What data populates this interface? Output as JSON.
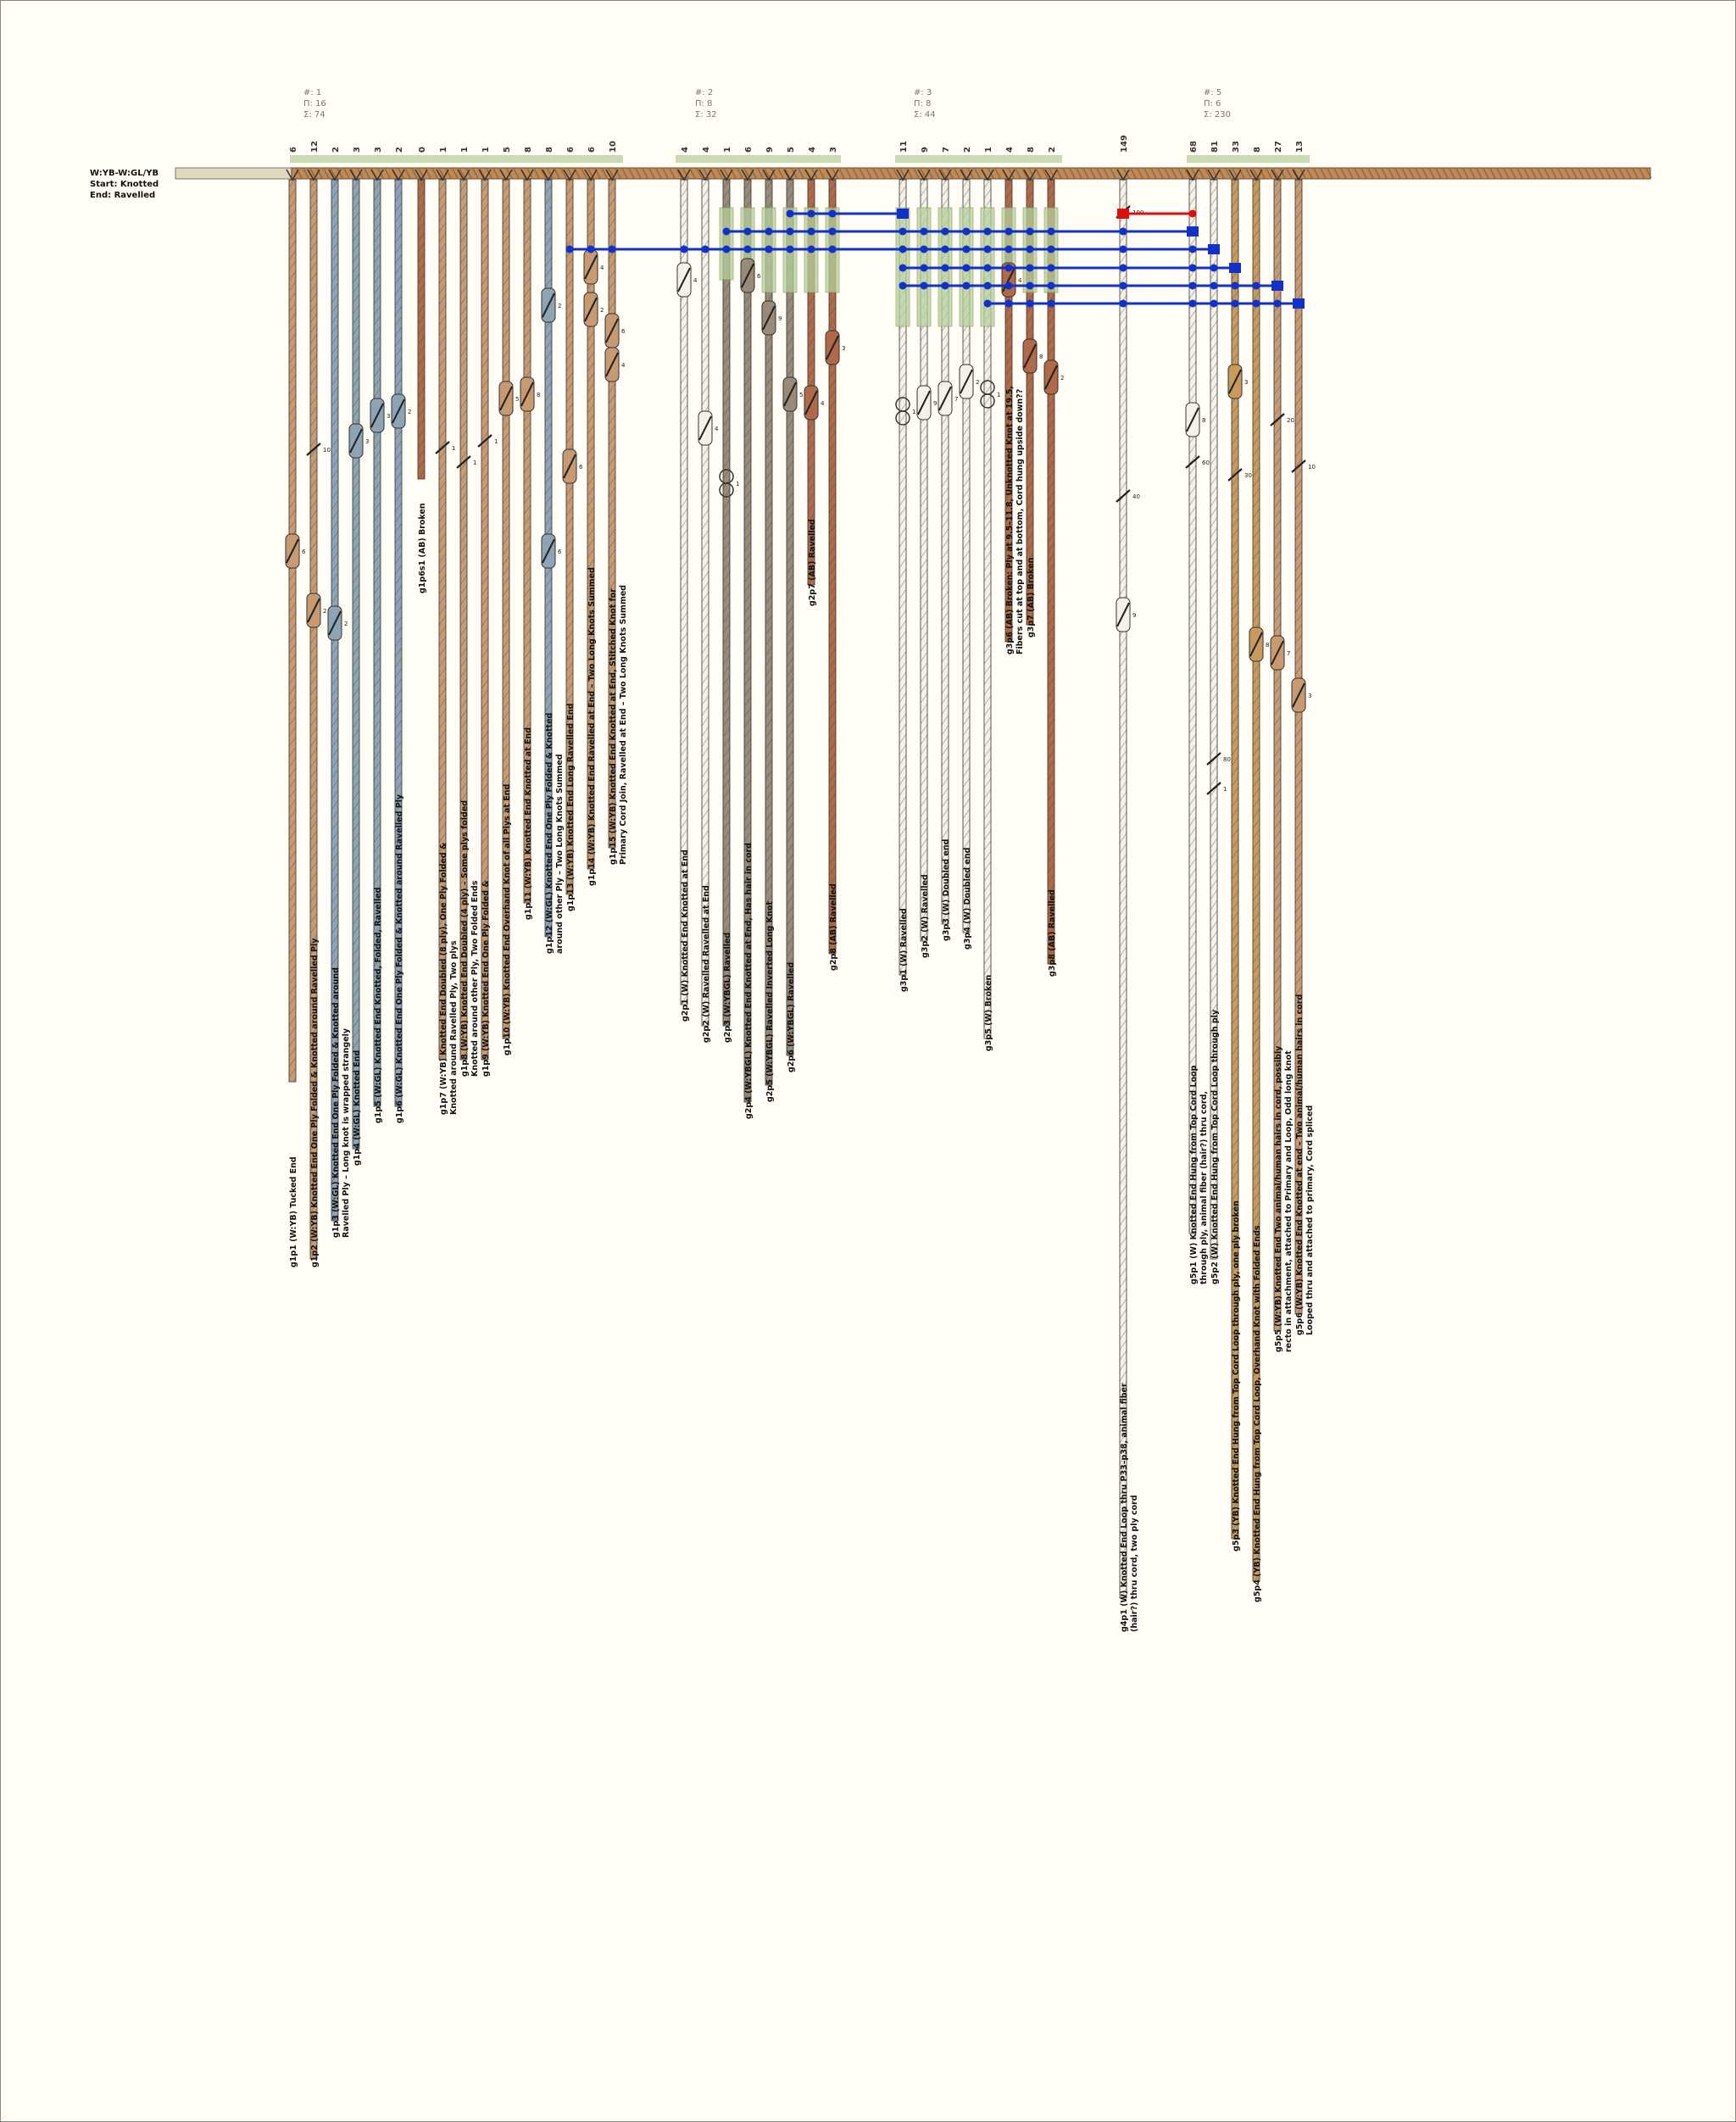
{
  "header": {
    "color_code": "W:YB-W:GL/YB",
    "start": "Start: Knotted",
    "end": "End: Ravelled"
  },
  "colors": {
    "W": "#f5f1e6",
    "WYB": "#c89a72",
    "WGL": "#8ea4b4",
    "WYBGL": "#9a8a78",
    "AB": "#b06a48",
    "YB": "#c89a5c",
    "grid": "#b6cf9c",
    "bar": "#1131c8",
    "red": "#d91010",
    "primary_cord": "#c08a58",
    "primary_start": "#e2d7bf"
  },
  "groups": [
    {
      "count": "#: 1",
      "pendants": "Π: 16",
      "sum": "Σ: 74"
    },
    {
      "count": "#: 2",
      "pendants": "Π: 8",
      "sum": "Σ: 32"
    },
    {
      "count": "#: 3",
      "pendants": "Π: 8",
      "sum": "Σ: 44"
    },
    {
      "count": "#: 5",
      "pendants": "Π: 6",
      "sum": "Σ: 230"
    }
  ],
  "cords": [
    {
      "num": "6",
      "label": "g1p1 (W:YB) Tucked End",
      "color": "WYB"
    },
    {
      "num": "12",
      "label": "g1p2 (W:YB) Knotted End One Ply Folded & Knotted around Ravelled Ply",
      "color": "WYB"
    },
    {
      "num": "2",
      "label": "g1p3 (W:GL) Knotted End One Ply Folded & Knotted around",
      "label2": "Ravelled Ply – Long knot is wrapped strangely",
      "color": "WGL"
    },
    {
      "num": "3",
      "label": "g1p4 (W:GL) Knotted End",
      "color": "WGL"
    },
    {
      "num": "3",
      "label": "g1p5 (W:GL) Knotted End Knotted, Folded, Ravelled",
      "color": "WGL"
    },
    {
      "num": "2",
      "label": "g1p6 (W:GL) Knotted End One Ply Folded & Knotted around Ravelled Ply",
      "color": "WGL"
    },
    {
      "num": "0",
      "label": "g1p6s1 (AB) Broken",
      "color": "AB"
    },
    {
      "num": "1",
      "label": "g1p7 (W:YB) Knotted End Doubled (8 ply), One Ply Folded &",
      "label2": "Knotted around Ravelled Ply, Two plys",
      "color": "WYB"
    },
    {
      "num": "1",
      "label": "g1p8 (W:YB) Knotted End Doubled (4 ply) – Some plys folded",
      "label2": "Knotted around other Ply, Two Folded Ends",
      "color": "WYB"
    },
    {
      "num": "1",
      "label": "g1p9 (W:YB) Knotted End One Ply Folded &",
      "color": "WYB"
    },
    {
      "num": "5",
      "label": "g1p10 (W:YB) Knotted End Overhand Knot of all Plys at End",
      "color": "WYB"
    },
    {
      "num": "8",
      "label": "g1p11 (W:YB) Knotted End Knotted at End",
      "color": "WYB"
    },
    {
      "num": "8",
      "label": "g1p12 (W:GL) Knotted End One Ply Folded & Knotted",
      "label2": "around other Ply – Two Long Knots Summed",
      "color": "WGL"
    },
    {
      "num": "6",
      "label": "g1p13 (W:YB) Knotted End Long Ravelled End",
      "color": "WYB"
    },
    {
      "num": "6",
      "label": "g1p14 (W:YB) Knotted End Ravelled at End – Two Long Knots Summed",
      "color": "WYB"
    },
    {
      "num": "10",
      "label": "g1p15 (W:YB) Knotted End Knotted at End, Stitched Knot for",
      "label2": "Primary Cord Join, Ravelled at End – Two Long Knots Summed",
      "color": "WYB"
    },
    {
      "num": "4",
      "label": "g2p1 (W) Knotted End Knotted at End",
      "color": "W"
    },
    {
      "num": "4",
      "label": "g2p2 (W) Ravelled Ravelled at End",
      "color": "W"
    },
    {
      "num": "1",
      "label": "g2p3 (W:YBGL) Ravelled",
      "color": "WYBGL"
    },
    {
      "num": "6",
      "label": "g2p4 (W:YBGL) Knotted End Knotted at End, Has hair in cord",
      "color": "WYBGL"
    },
    {
      "num": "9",
      "label": "g2p5 (W:YBGL) Ravelled Inverted Long Knot",
      "color": "WYBGL"
    },
    {
      "num": "5",
      "label": "g2p6 (W:YBGL) Ravelled",
      "color": "WYBGL"
    },
    {
      "num": "4",
      "label": "g2p7 (AB) Ravelled",
      "color": "AB"
    },
    {
      "num": "3",
      "label": "g2p8 (AB) Ravelled",
      "color": "AB"
    },
    {
      "num": "11",
      "label": "g3p1 (W) Ravelled",
      "color": "W"
    },
    {
      "num": "9",
      "label": "g3p2 (W) Ravelled",
      "color": "W"
    },
    {
      "num": "7",
      "label": "g3p3 (W) Doubled end",
      "color": "W"
    },
    {
      "num": "2",
      "label": "g3p4 (W) Doubled end",
      "color": "W"
    },
    {
      "num": "1",
      "label": "g3p5 (W) Broken",
      "color": "W"
    },
    {
      "num": "4",
      "label": "g3p6 (AB) Broken: Ply at 9.5–11.8, Unknotted Knot at 19.5,",
      "label2": "Fibers cut at top and at bottom, Cord hung upside down??",
      "color": "AB"
    },
    {
      "num": "8",
      "label": "g3p7 (AB) Broken",
      "color": "AB"
    },
    {
      "num": "2",
      "label": "g3p8 (AB) Ravelled",
      "color": "AB"
    },
    {
      "num": "149",
      "label": "g4p1 (W) Knotted End Loop thru P33–p38, animal fiber",
      "label2": "(hair?) thru cord, two ply cord",
      "color": "W"
    },
    {
      "num": "68",
      "label": "g5p1 (W) Knotted End Hung from Top Cord Loop",
      "label2": "through ply, animal fiber (hair?) thru cord,",
      "color": "W"
    },
    {
      "num": "81",
      "label": "g5p2 (W) Knotted End Hung from Top Cord Loop through ply",
      "color": "W"
    },
    {
      "num": "33",
      "label": "g5p3 (YB) Knotted End Hung from Top Cord Loop through ply, one ply broken",
      "color": "YB"
    },
    {
      "num": "8",
      "label": "g5p4 (YB) Knotted End Hung from Top Cord Loop, Overhand Knot with Folded Ends",
      "color": "YB"
    },
    {
      "num": "27",
      "label": "g5p5 (W:YB) Knotted End Two animal/human hairs in cord, possibly",
      "label2": "recto in attachment, attached to Primary and Loop, Odd long knot",
      "color": "WYB"
    },
    {
      "num": "13",
      "label": "g5p6 (W:YB) Knotted End Knotted at end – Two animal/human hairs in cord",
      "label2": "Looped thru and attached to primary, Cord spliced",
      "color": "WYB"
    }
  ],
  "knots": [
    {
      "cord": 0,
      "kind": "long",
      "value": "6"
    },
    {
      "cord": 1,
      "kind": "single",
      "value": "10"
    },
    {
      "cord": 1,
      "kind": "long",
      "value": "2"
    },
    {
      "cord": 2,
      "kind": "long",
      "value": "2"
    },
    {
      "cord": 3,
      "kind": "long",
      "value": "3"
    },
    {
      "cord": 4,
      "kind": "long",
      "value": "3"
    },
    {
      "cord": 5,
      "kind": "long",
      "value": "2"
    },
    {
      "cord": 7,
      "kind": "single",
      "value": "1"
    },
    {
      "cord": 8,
      "kind": "single",
      "value": "1"
    },
    {
      "cord": 9,
      "kind": "single",
      "value": "1"
    },
    {
      "cord": 10,
      "kind": "long",
      "value": "5"
    },
    {
      "cord": 11,
      "kind": "long",
      "value": "8"
    },
    {
      "cord": 12,
      "kind": "long",
      "value": "6"
    },
    {
      "cord": 12,
      "kind": "long",
      "value": "2"
    },
    {
      "cord": 13,
      "kind": "long",
      "value": "6"
    },
    {
      "cord": 14,
      "kind": "long",
      "value": "2"
    },
    {
      "cord": 14,
      "kind": "long",
      "value": "4"
    },
    {
      "cord": 15,
      "kind": "long",
      "value": "6"
    },
    {
      "cord": 15,
      "kind": "long",
      "value": "4"
    },
    {
      "cord": 16,
      "kind": "long",
      "value": "4"
    },
    {
      "cord": 17,
      "kind": "long",
      "value": "4"
    },
    {
      "cord": 18,
      "kind": "figure8",
      "value": "1"
    },
    {
      "cord": 19,
      "kind": "long",
      "value": "6"
    },
    {
      "cord": 20,
      "kind": "long",
      "value": "9"
    },
    {
      "cord": 21,
      "kind": "long",
      "value": "5"
    },
    {
      "cord": 22,
      "kind": "long",
      "value": "4"
    },
    {
      "cord": 23,
      "kind": "long",
      "value": "3"
    },
    {
      "cord": 24,
      "kind": "figure8",
      "value": "1"
    },
    {
      "cord": 25,
      "kind": "long",
      "value": "9"
    },
    {
      "cord": 26,
      "kind": "long",
      "value": "7"
    },
    {
      "cord": 27,
      "kind": "long",
      "value": "2"
    },
    {
      "cord": 28,
      "kind": "figure8",
      "value": "1"
    },
    {
      "cord": 29,
      "kind": "long",
      "value": "4"
    },
    {
      "cord": 30,
      "kind": "long",
      "value": "8"
    },
    {
      "cord": 31,
      "kind": "long",
      "value": "2"
    },
    {
      "cord": 32,
      "kind": "single",
      "value": "100"
    },
    {
      "cord": 32,
      "kind": "single",
      "value": "40"
    },
    {
      "cord": 32,
      "kind": "long",
      "value": "9"
    },
    {
      "cord": 33,
      "kind": "single",
      "value": "60"
    },
    {
      "cord": 33,
      "kind": "long",
      "value": "8"
    },
    {
      "cord": 34,
      "kind": "single",
      "value": "80"
    },
    {
      "cord": 34,
      "kind": "single",
      "value": "1"
    },
    {
      "cord": 35,
      "kind": "single",
      "value": "30"
    },
    {
      "cord": 35,
      "kind": "long",
      "value": "3"
    },
    {
      "cord": 36,
      "kind": "long",
      "value": "8"
    },
    {
      "cord": 37,
      "kind": "single",
      "value": "20"
    },
    {
      "cord": 37,
      "kind": "long",
      "value": "7"
    },
    {
      "cord": 38,
      "kind": "single",
      "value": "10"
    },
    {
      "cord": 38,
      "kind": "long",
      "value": "3"
    }
  ]
}
